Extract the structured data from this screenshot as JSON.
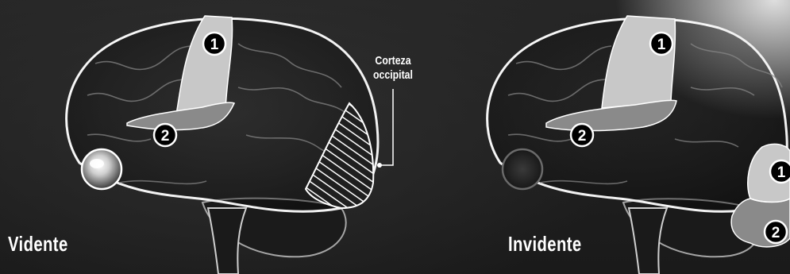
{
  "left_panel": {
    "title": "Vidente",
    "callout": {
      "line1": "Corteza",
      "line2": "occipital"
    },
    "region_1": "1",
    "region_2": "2"
  },
  "right_panel": {
    "title": "Invidente",
    "region_1": "1",
    "region_2": "2",
    "occipital_1": "1",
    "occipital_2": "2"
  },
  "colors": {
    "region_1": "#c8c8c8",
    "region_2": "#8a8a8a",
    "badge": "#000000",
    "outline": "#ffffff"
  }
}
